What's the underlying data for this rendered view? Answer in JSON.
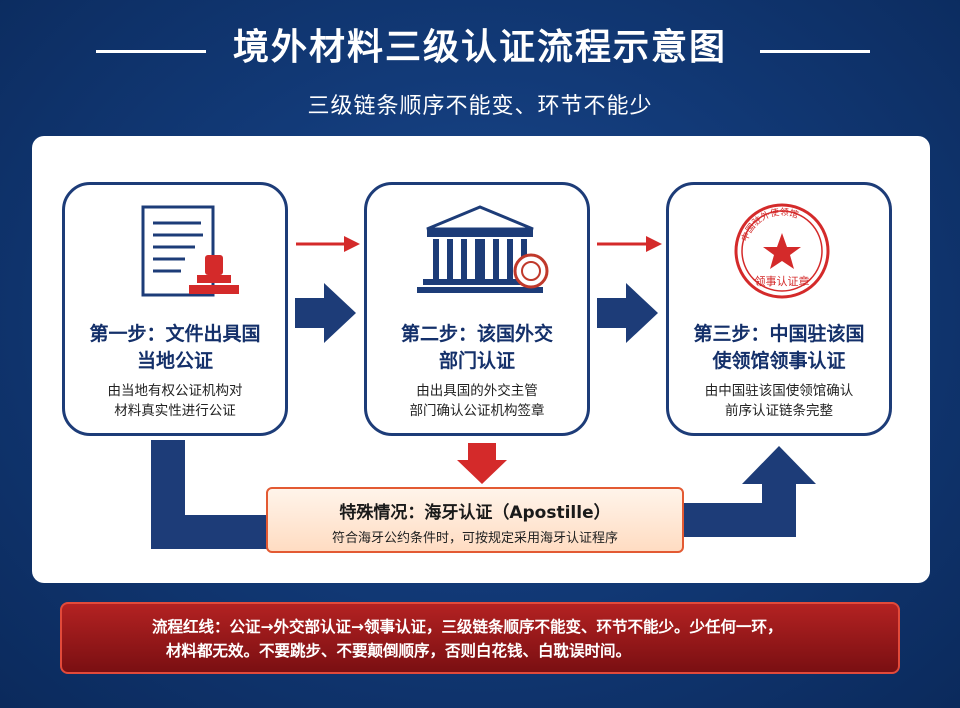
{
  "header": {
    "title": "境外材料三级认证流程示意图",
    "subtitle": "三级链条顺序不能变、环节不能少"
  },
  "steps": [
    {
      "heading_line1": "第一步：文件出具国",
      "heading_line2": "当地公证",
      "desc_line1": "由当地有权公证机构对",
      "desc_line2": "材料真实性进行公证",
      "icon": "document-stamp-icon"
    },
    {
      "heading_line1": "第二步：该国外交",
      "heading_line2": "部门认证",
      "desc_line1": "由出具国的外交主管",
      "desc_line2": "部门确认公证机构签章",
      "icon": "government-building-icon"
    },
    {
      "heading_line1": "第三步：中国驻该国",
      "heading_line2": "使领馆领事认证",
      "desc_line1": "由中国驻该国使领馆确认",
      "desc_line2": "前序认证链条完整",
      "icon": "consular-seal-icon"
    }
  ],
  "seal": {
    "ring_text": "中国驻外使领馆",
    "center_text": "领事认证章"
  },
  "special": {
    "title": "特殊情况：海牙认证（Apostille）",
    "desc": "符合海牙公约条件时，可按规定采用海牙认证程序"
  },
  "redline": {
    "line1": "流程红线：公证→外交部认证→领事认证，三级链条顺序不能变、环节不能少。少任何一环，",
    "line2": "材料都无效。不要跳步、不要颠倒顺序，否则白花钱、白耽误时间。"
  },
  "colors": {
    "navy": "#1d3c78",
    "red": "#d42a2a",
    "background": "#123a78"
  }
}
